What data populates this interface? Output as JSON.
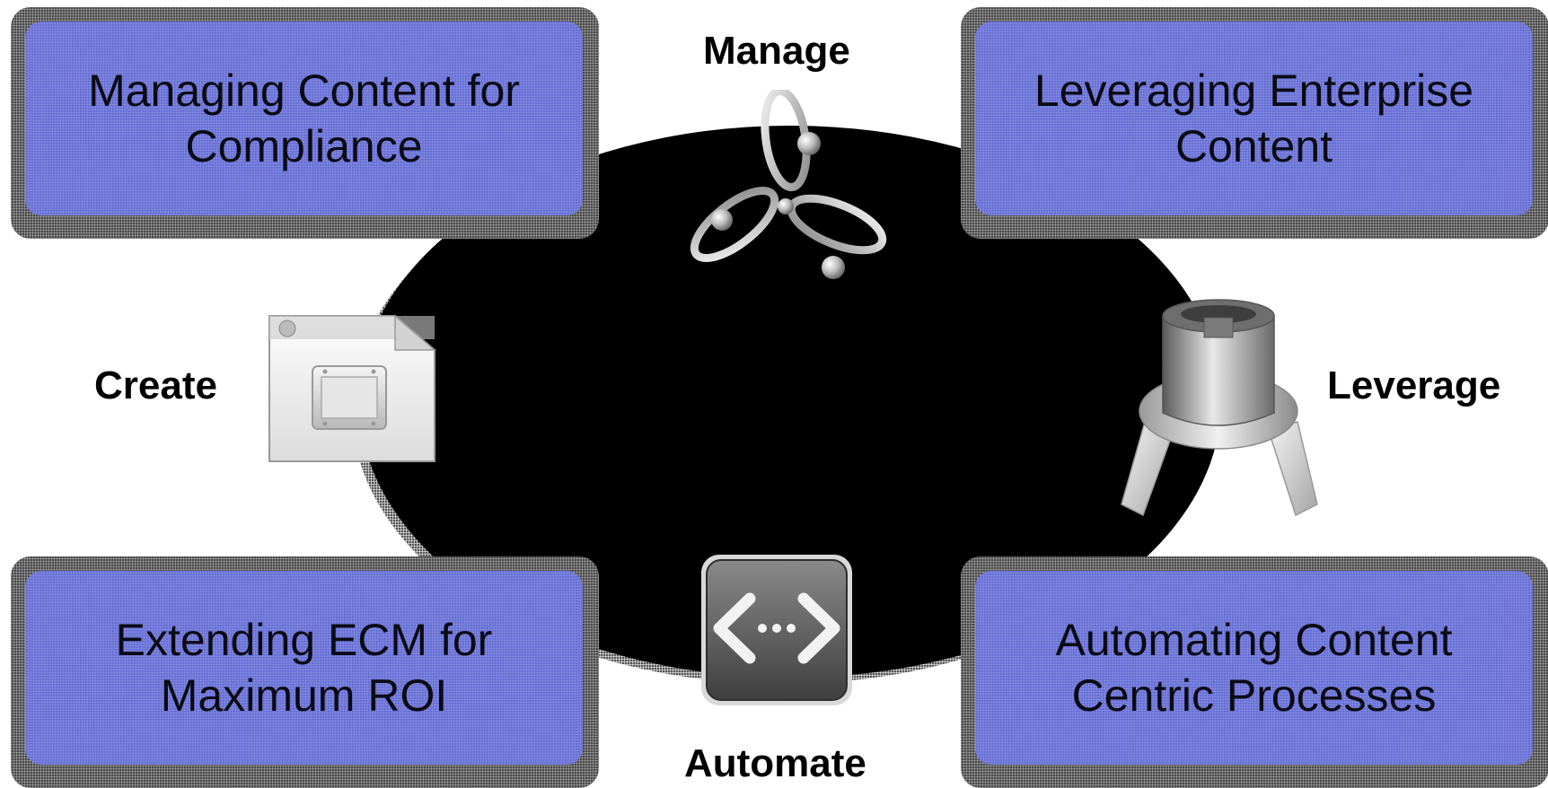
{
  "boxes": {
    "top_left": {
      "line1": "Managing Content for",
      "line2": "Compliance"
    },
    "top_right": {
      "line1": "Leveraging Enterprise",
      "line2": "Content"
    },
    "bottom_left": {
      "line1": "Extending ECM for",
      "line2": "Maximum ROI"
    },
    "bottom_right": {
      "line1": "Automating Content",
      "line2": "Centric Processes"
    }
  },
  "labels": {
    "manage": "Manage",
    "create": "Create",
    "leverage": "Leverage",
    "automate": "Automate"
  },
  "icons": {
    "manage": "tri-orbit-icon",
    "create": "document-window-icon",
    "leverage": "cylinder-arrows-icon",
    "automate": "code-brackets-icon"
  },
  "colors": {
    "box_fill": "#646ee4",
    "ellipse": "#000000",
    "text": "#0a0a14"
  }
}
